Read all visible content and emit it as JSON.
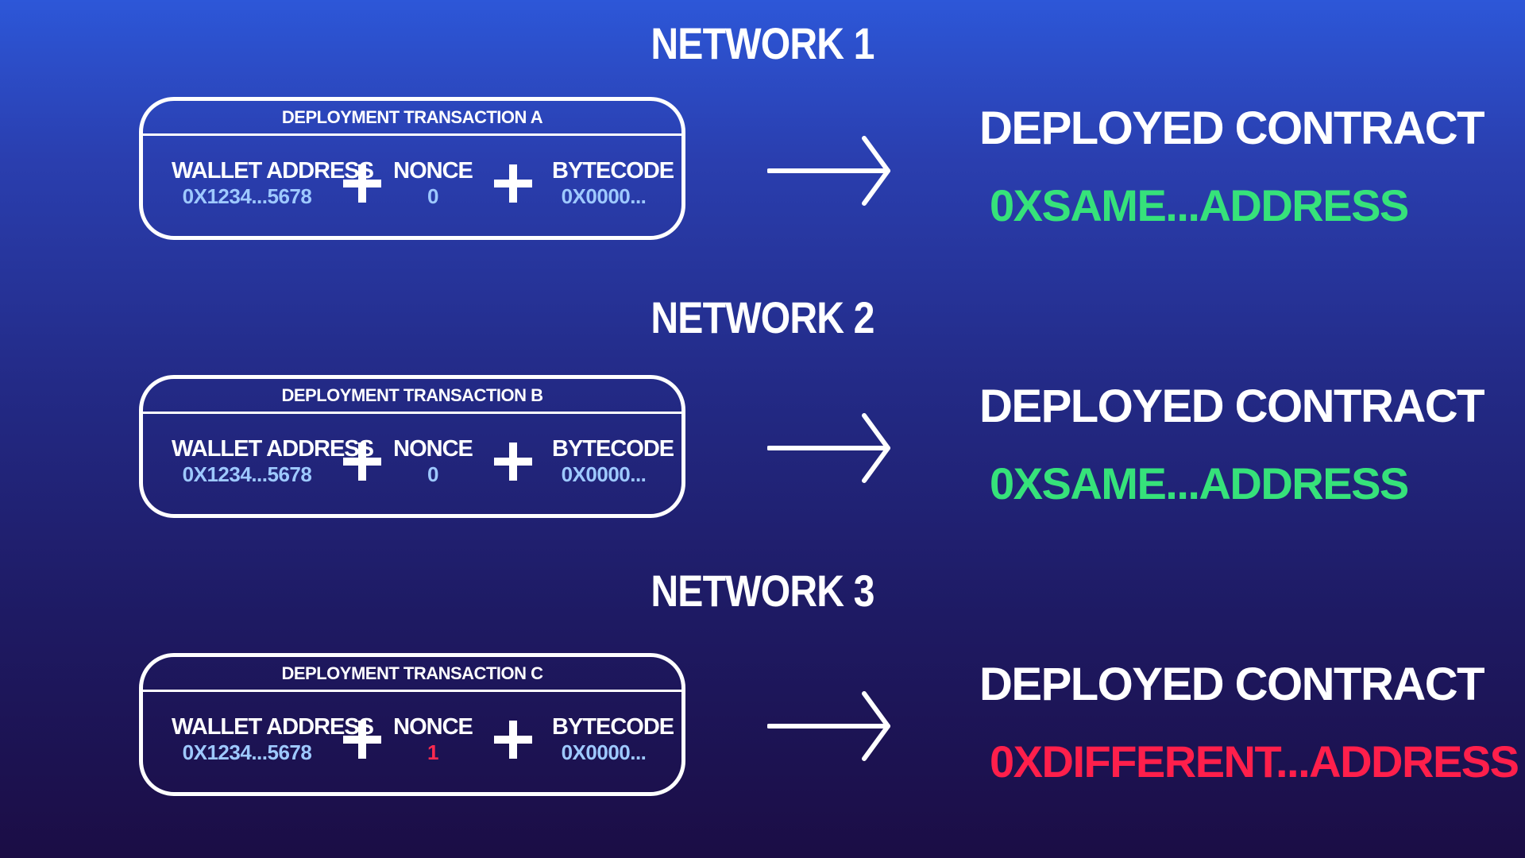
{
  "colors": {
    "same_address": "#36e27a",
    "different_address": "#ff1f4b",
    "input_value": "#9ec9ff",
    "changed_value": "#ff2a4f"
  },
  "operator_icon": "plus-icon",
  "arrow_icon": "right-arrow-icon",
  "rows": [
    {
      "network": "NETWORK 1",
      "transaction": "DEPLOYMENT TRANSACTION A",
      "wallet_label": "WALLET ADDRESS",
      "wallet_value": "0X1234...5678",
      "nonce_label": "NONCE",
      "nonce_value": "0",
      "bytecode_label": "BYTECODE",
      "bytecode_value": "0X0000...",
      "result_label": "DEPLOYED CONTRACT",
      "result_address": "0XSAME...ADDRESS"
    },
    {
      "network": "NETWORK 2",
      "transaction": "DEPLOYMENT TRANSACTION B",
      "wallet_label": "WALLET ADDRESS",
      "wallet_value": "0X1234...5678",
      "nonce_label": "NONCE",
      "nonce_value": "0",
      "bytecode_label": "BYTECODE",
      "bytecode_value": "0X0000...",
      "result_label": "DEPLOYED CONTRACT",
      "result_address": "0XSAME...ADDRESS"
    },
    {
      "network": "NETWORK 3",
      "transaction": "DEPLOYMENT TRANSACTION C",
      "wallet_label": "WALLET ADDRESS",
      "wallet_value": "0X1234...5678",
      "nonce_label": "NONCE",
      "nonce_value": "1",
      "bytecode_label": "BYTECODE",
      "bytecode_value": "0X0000...",
      "result_label": "DEPLOYED CONTRACT",
      "result_address": "0XDIFFERENT...ADDRESS"
    }
  ]
}
